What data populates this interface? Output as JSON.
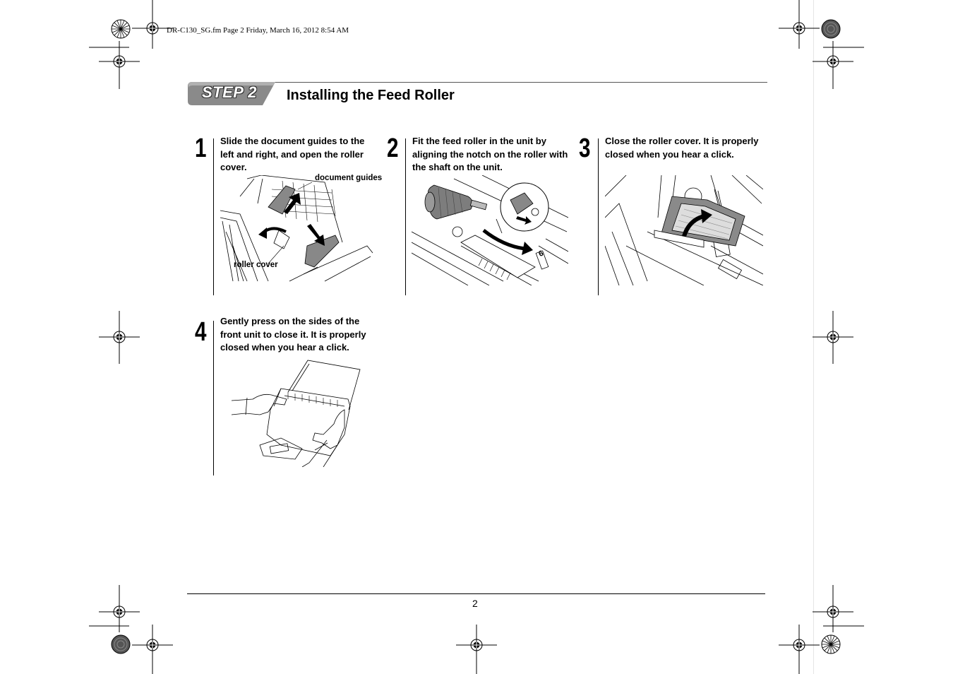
{
  "header": {
    "file_info": "DR-C130_SG.fm  Page 2  Friday, March 16, 2012  8:54 AM"
  },
  "section": {
    "step_label": "STEP 2",
    "title": "Installing the Feed Roller"
  },
  "steps": [
    {
      "number": "1",
      "text": "Slide the document guides to the left and right, and open the roller cover.",
      "callouts": [
        "document guides",
        "roller cover"
      ]
    },
    {
      "number": "2",
      "text": "Fit the feed roller in the unit by aligning the notch on the roller with the shaft on the unit."
    },
    {
      "number": "3",
      "text": "Close the roller cover. It is properly closed when you hear a click."
    },
    {
      "number": "4",
      "text": "Gently press on the sides of the front unit to close it. It is properly closed when you hear a click."
    }
  ],
  "footer": {
    "page_number": "2"
  }
}
